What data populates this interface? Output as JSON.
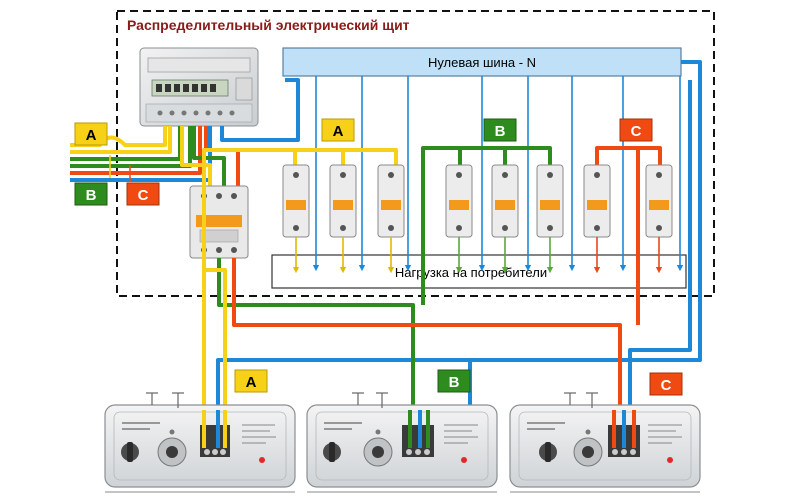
{
  "panel": {
    "title": "Распределительный электрический щит"
  },
  "neutral_bus": {
    "label": "Нулевая шина - N"
  },
  "load_bar": {
    "label": "Нагрузка на потребители"
  },
  "phases": {
    "a": {
      "label": "A",
      "color": "#f7d117"
    },
    "b": {
      "label": "B",
      "color": "#2e8b1e"
    },
    "c": {
      "label": "C",
      "color": "#f04a12"
    }
  },
  "neutral_color": "#1e88d8",
  "regulators": [
    {
      "phase": "A"
    },
    {
      "phase": "B"
    },
    {
      "phase": "C"
    }
  ]
}
